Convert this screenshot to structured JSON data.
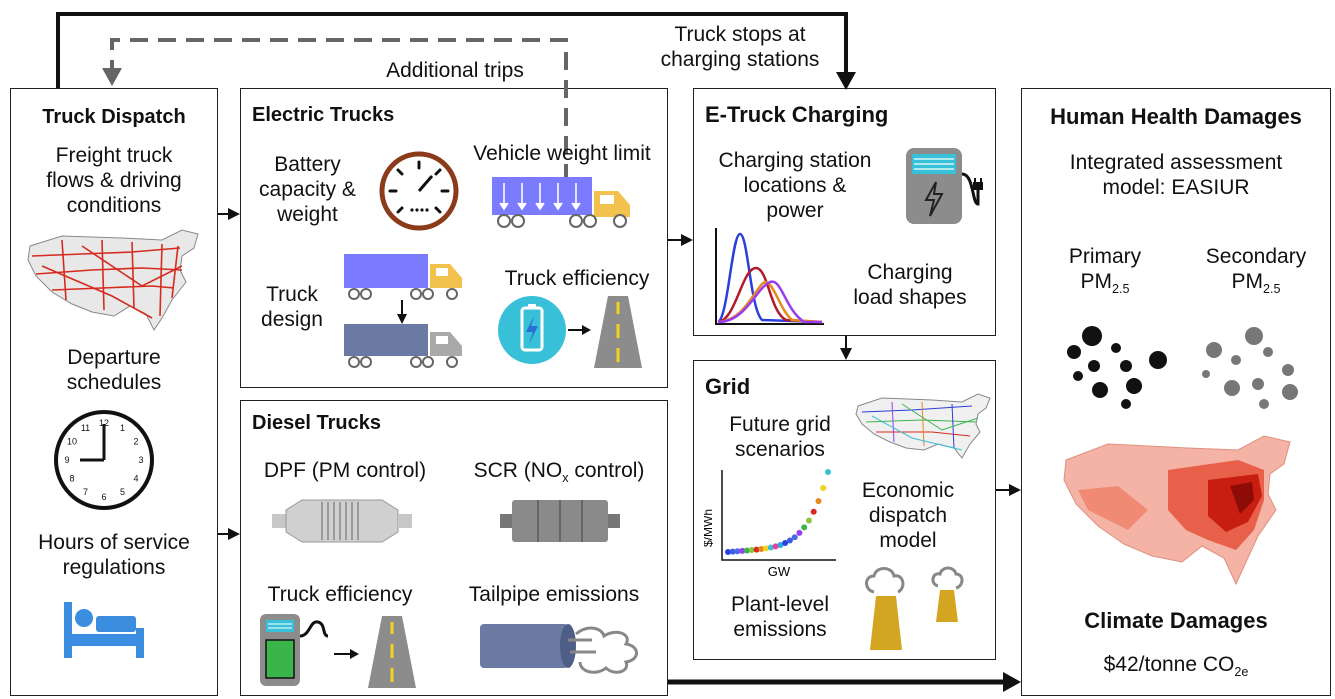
{
  "flow_labels": {
    "truck_stops": "Truck stops at\ncharging stations",
    "additional_trips": "Additional trips"
  },
  "truck_dispatch": {
    "title": "Truck Dispatch",
    "freight": "Freight truck\nflows & driving\nconditions",
    "departure": "Departure\nschedules",
    "hours": "Hours of service\nregulations",
    "clock_numbers": [
      "12",
      "1",
      "2",
      "3",
      "4",
      "5",
      "6",
      "7",
      "8",
      "9",
      "10",
      "11"
    ]
  },
  "electric_trucks": {
    "title": "Electric Trucks",
    "battery": "Battery\ncapacity &\nweight",
    "weight_limit": "Vehicle weight limit",
    "design": "Truck\ndesign",
    "efficiency": "Truck efficiency"
  },
  "diesel_trucks": {
    "title": "Diesel Trucks",
    "dpf": "DPF (PM control)",
    "scr_pre": "SCR (NO",
    "scr_sub": "x",
    "scr_post": " control)",
    "efficiency": "Truck efficiency",
    "tailpipe": "Tailpipe emissions"
  },
  "charging": {
    "title": "E-Truck Charging",
    "stations": "Charging station\nlocations &\npower",
    "load": "Charging\nload shapes"
  },
  "grid": {
    "title": "Grid",
    "future": "Future grid\nscenarios",
    "ylabel": "$/MWh",
    "xlabel": "GW",
    "dispatch": "Economic\ndispatch\nmodel",
    "plant": "Plant-level\nemissions"
  },
  "health": {
    "title": "Human Health Damages",
    "model": "Integrated assessment\nmodel: EASIUR",
    "primary_pre": "Primary\nPM",
    "primary_sub": "2.5",
    "secondary_pre": "Secondary\nPM",
    "secondary_sub": "2.5",
    "climate_title": "Climate Damages",
    "co2_pre": "$42/tonne CO",
    "co2_sub": "2e"
  },
  "colors": {
    "truck_trailer_blue": "#7b7bff",
    "truck_trailer_slate": "#6a7aa3",
    "cab_yellow": "#f2c14e",
    "battery_teal": "#38c0d8",
    "gauge_brown": "#8b3a1a",
    "bed_blue": "#3b8de0",
    "arrow_black": "#111111",
    "dash_gray": "#666666",
    "stack_gold": "#d4a520",
    "map_red": "#d62b1e"
  }
}
